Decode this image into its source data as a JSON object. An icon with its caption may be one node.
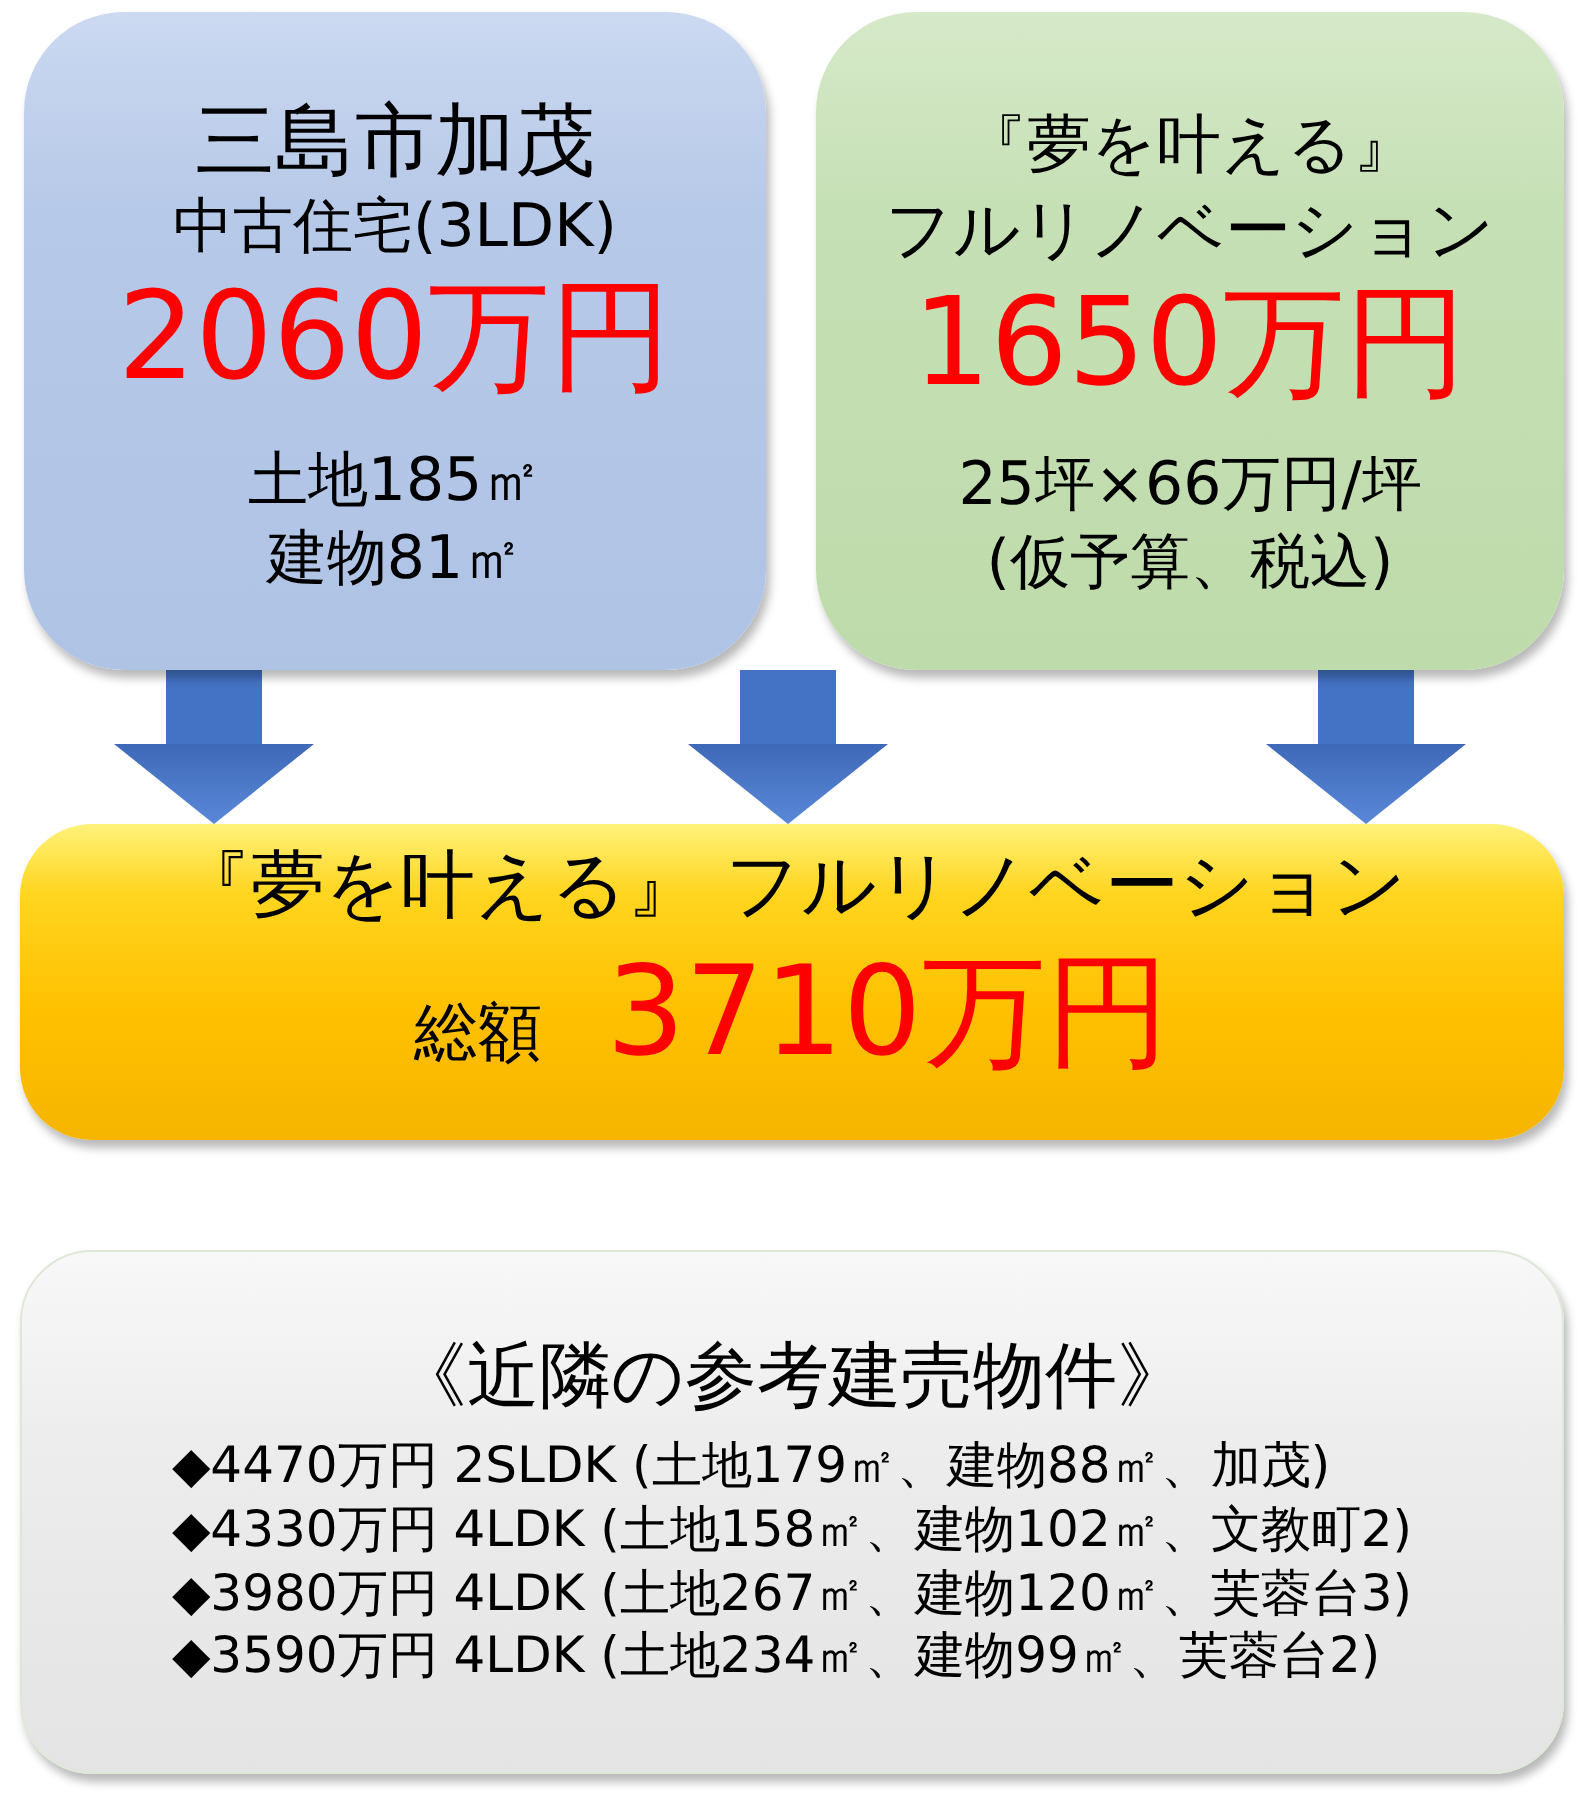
{
  "diagram": {
    "nodes": [
      {
        "text": [
          "三島市加茂",
          "中古住宅(3LDK)",
          "2060万円",
          "土地185㎡",
          "建物81㎡"
        ]
      },
      {
        "text": [
          "『夢を叶える』",
          "フルリノベーション",
          "1650万円",
          "25坪×66万円/坪",
          "(仮予算、税込)"
        ]
      },
      {
        "text": [
          "『夢を叶える』 フルリノベーション",
          "総額",
          "3710万円"
        ]
      },
      {
        "text": [
          "《近隣の参考建売物件》",
          "◆4470万円 2SLDK (土地179㎡、建物88㎡、加茂)",
          "◆4330万円 4LDK (土地158㎡、建物102㎡、文教町2)",
          "◆3980万円 4LDK (土地267㎡、建物120㎡、芙蓉台3)",
          "◆3590万円 4LDK (土地234㎡、建物99㎡、芙蓉台2)"
        ]
      }
    ],
    "edges": [
      {
        "from": 0,
        "to": 2,
        "arrow": "to"
      },
      {
        "from": 0,
        "to": 2,
        "arrow": "to"
      },
      {
        "from": 1,
        "to": 2,
        "arrow": "to"
      }
    ]
  }
}
